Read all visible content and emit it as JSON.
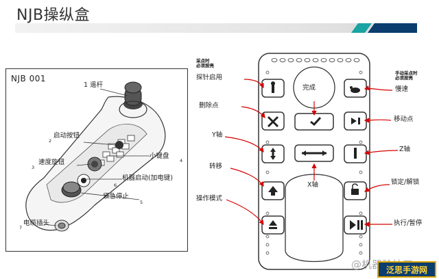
{
  "header": {
    "title": "NJB操纵盒"
  },
  "left_panel": {
    "model": "NJB 001",
    "labels": {
      "joystick": "1 遥杆",
      "start_button": "启动按钮",
      "speed_knob": "速度旋钮",
      "mini_keypad": "小键盘",
      "machine_start": "机器启动(加电键)",
      "emergency_stop": "紧急停止",
      "cable_plug": "电缆插头"
    },
    "numbers": [
      "1",
      "2",
      "3",
      "4",
      "5",
      "6",
      "7"
    ]
  },
  "right_panel": {
    "top_note": "采点时\n必须按亮",
    "top_right_note": "手动采点时\n必须按亮",
    "complete_label": "完成",
    "x_axis_inner": "X轴",
    "labels": {
      "enable_probe": "探针启用",
      "delete_point": "删除点",
      "y_axis": "Y轴",
      "transfer": "转移",
      "operation_mode": "操作模式",
      "slow_speed": "慢速",
      "move_point": "移动点",
      "z_axis": "Z轴",
      "lock_unlock": "锁定/解锁",
      "run_pause": "执行/暂停"
    }
  },
  "watermark": {
    "text": "@机器验技工",
    "logo": "泛思手游网"
  },
  "colors": {
    "arrow": "#d40000",
    "line": "#333333",
    "accent_teal": "#1aa3a3",
    "accent_navy": "#0b3d6e"
  }
}
